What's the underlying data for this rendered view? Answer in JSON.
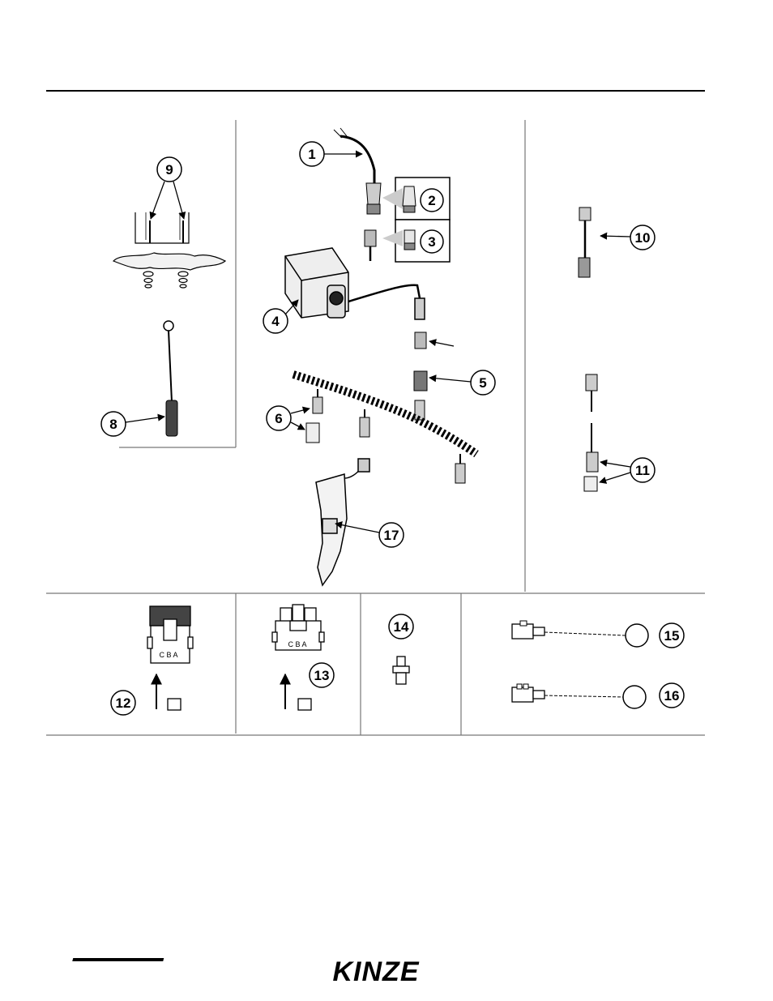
{
  "callouts": {
    "c1": "1",
    "c2": "2",
    "c3": "3",
    "c4": "4",
    "c5": "5",
    "c6": "6",
    "c8": "8",
    "c9": "9",
    "c10": "10",
    "c11": "11",
    "c12": "12",
    "c13": "13",
    "c14": "14",
    "c15": "15",
    "c16": "16",
    "c17": "17"
  },
  "connector_pins": {
    "p12": "C B A",
    "p13": "C B A"
  },
  "logo": {
    "text": "KINZE"
  }
}
